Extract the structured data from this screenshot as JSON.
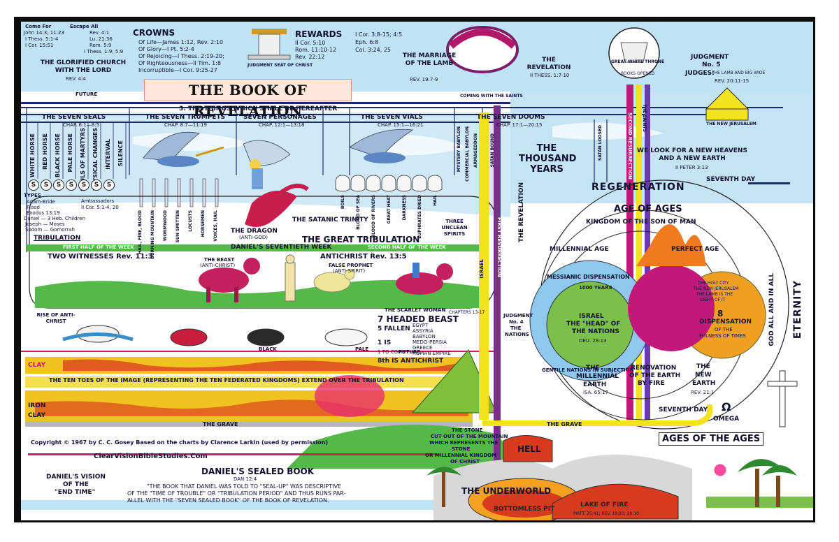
{
  "title": "THE BOOK OF REVELATION",
  "top_left": {
    "come_for": "Come For",
    "escape_all": "Escape All",
    "refs": [
      "John 14:3; 11:23",
      "I Thess. 5:1-4",
      "I Cor. 15:51",
      "Rev. 4:1",
      "Lu. 21:36",
      "Rom. 5:9",
      "I Thess. 1:9; 5:9"
    ],
    "glorified": "THE GLORIFIED CHURCH WITH THE LORD",
    "glorified_ref": "REV. 4:4",
    "future": "FUTURE"
  },
  "crowns": {
    "heading": "CROWNS",
    "items": [
      "Of Life—James 1:12, Rev. 2:10",
      "Of Glory—I Pt. 5:2-4",
      "Of Rejoicing—I Thess. 2:19-20;",
      "Of Righteousness—II Tim. 1:8",
      "Incorruptible—I Cor. 9:25-27"
    ]
  },
  "judgement_seat": "JUDGMENT SEAT OF CHRIST",
  "rewards": {
    "heading": "REWARDS",
    "left": [
      "II Cor. 5:10",
      "Rom. 11:10-12",
      "Rev. 22:12"
    ],
    "right": [
      "I Cor. 3:8-15; 4:5",
      "Eph. 6:8",
      "Col. 3:24, 25"
    ]
  },
  "marriage": {
    "title": "THE MARRIAGE OF THE LAMB",
    "ref": "REV. 19:7-9"
  },
  "coming_with_saints": "COMING WITH THE SAINTS",
  "revelation_corner": {
    "title": "THE REVELATION",
    "ref": "II THESS. 1:7-10"
  },
  "great_white_throne": "GREAT WHITE THRONE",
  "books_opened": "BOOKS OPENED",
  "judgment5": {
    "title": "JUDGMENT",
    "no": "No. 5",
    "judges": "JUDGES:",
    "sub": "THE LAMB AND BIG WIDE",
    "ref": "REV. 20:11-15"
  },
  "new_jerusalem": "THE NEW JERUSALEM",
  "things_hereafter": "3. THE THINGS WHICH SHALL BE HEREAFTER",
  "sections": [
    {
      "label": "THE SEVEN SEALS",
      "ref": "CHAP. 6:1—8:5"
    },
    {
      "label": "THE SEVEN TRUMPETS",
      "ref": "CHAP. 8:7—11:19"
    },
    {
      "label": "SEVEN PERSONAGES",
      "ref": "CHAP. 12:1—13:18"
    },
    {
      "label": "THE SEVEN VIALS",
      "ref": "CHAP. 15:1—16:21"
    },
    {
      "label": "THE SEVEN DOOMS",
      "ref": "CHAP. 17:1—20:15"
    }
  ],
  "seal_labels": [
    "WHITE HORSE",
    "RED HORSE",
    "BLACK HORSE",
    "PALE HORSE",
    "SOULS OF MARTYRS",
    "PHYSICAL CHANGES",
    "INTERVAL",
    "SILENCE"
  ],
  "seal_mark": "S",
  "trumpet_labels": [
    "HAIL, FIRE, BLOOD",
    "BURNING MOUNTAIN",
    "WORMWOOD",
    "SUN SMITTEN",
    "LOCUSTS",
    "HORSEMEN",
    "VOICES, HAIL"
  ],
  "vial_labels": [
    "BOILS",
    "BLOOD OF SEA",
    "BLOOD OF RIVERS",
    "GREAT HEAT",
    "DARKNESS",
    "EUPHRATES DRIED",
    "HAIL"
  ],
  "dooms_labels": [
    "MYSTERY BABYLON",
    "COMMERCIAL BABYLON",
    "ARMAGEDDON"
  ],
  "thousand_years": "THE THOUSAND YEARS",
  "new_heavens": "WE LOOK FOR A NEW HEAVENS AND A NEW EARTH",
  "new_heavens_ref": "II PETER 3:13",
  "seventh_day": "SEVENTH DAY",
  "regeneration": "REGENERATION",
  "ages_of_ages": "AGE OF AGES",
  "kingdom_son": "KINGDOM OF THE SON OF MAN",
  "millennial_age": "MILLENNIAL AGE",
  "perfect_age": "PERFECT AGE",
  "messianic": "MESSIANIC DISPENSATION",
  "thousand_years_small": "1000 YEARS",
  "israel_head": [
    "ISRAEL",
    "THE \"HEAD\" OF",
    "THE NATIONS"
  ],
  "israel_ref": "DEU. 28:13",
  "gentile_nations": "GENTILE NATIONS IN SUBJECTION",
  "millennial_earth": [
    "THE",
    "MILLENNIAL",
    "EARTH"
  ],
  "millennial_ref": "ISA. 65:17",
  "renovation": [
    "RENOVATION",
    "OF THE EARTH",
    "BY FIRE"
  ],
  "new_earth": [
    "THE",
    "NEW",
    "EARTH"
  ],
  "new_earth_ref": "REV. 21:1",
  "dispensation8": [
    "8",
    "DISPENSATION",
    "OF THE",
    "FULNESS OF TIMES"
  ],
  "holy_city": [
    "THE HOLY CITY",
    "THE NEW JERUSALEM",
    "THE LAMB IS THE",
    "LIGHT OF IT"
  ],
  "god_all_in_all": "GOD ALL AND IN ALL",
  "eternity": "ETERNITY",
  "omega": "Ω",
  "omega_word": "OMEGA",
  "ages_of_the_ages": "AGES OF THE AGES",
  "types": {
    "heading": "TYPES",
    "items": [
      "Adam-Bride",
      "Flood",
      "Exodus 13:19",
      "Daniel — 3 Heb. Children",
      "Joseph — Moses",
      "Sodom — Gomorrah"
    ],
    "ambassadors": "Ambassadors",
    "amb_ref": "II Cor. 5:1-4, 20"
  },
  "tribulation": "TRIBULATION",
  "satanic_trinity": "THE SATANIC TRINITY",
  "dragon": "THE DRAGON",
  "dragon_sub": "(ANTI-GOD)",
  "three_spirits": "THREE UNCLEAN SPIRITS",
  "great_tribulation": "THE GREAT TRIBULATION",
  "first_half": "FIRST HALF OF THE WEEK",
  "daniels_week": "DANIEL'S SEVENTIETH WEEK",
  "second_half": "SECOND HALF OF THE WEEK",
  "two_witnesses": "TWO WITNESSES Rev. 11:3",
  "beast": "THE BEAST",
  "beast_sub": "(ANTI-CHRIST)",
  "antichrist": "ANTICHRIST Rev. 13:5",
  "false_prophet": "FALSE PROPHET",
  "false_prophet_sub": "(ANTI-SPIRIT)",
  "rise_antichrist": "RISE OF ANTI-CHRIST",
  "scarlet_woman": "THE SCARLET WOMAN",
  "seven_headed": "7 HEADED BEAST",
  "chap_ref": "CHAPTERS 13-17",
  "five_fallen": "5 FALLEN",
  "empires": [
    "EGYPT",
    "ASSYRIA",
    "BABYLON",
    "MEDO-PERSIA",
    "GREECE",
    "ROMAN EMPIRE"
  ],
  "one_is": "1 IS",
  "one_to_come": "1 TO COME",
  "future_word": "FUTURE",
  "eighth": "8th IS ANTICHRIST",
  "judgment4": [
    "JUDGMENT",
    "No. 4",
    "THE",
    "NATIONS"
  ],
  "the_revelation_v": "THE REVELATION",
  "second_resurrection": "SECOND RESURRECTION",
  "first_resurrection": "FIRST RESURRECTION",
  "israel_v": "ISRAEL",
  "satan_bound": "SATAN BOUND",
  "satan_loosed": "SATAN LOOSED",
  "the_saints": "THE SAINTS",
  "clay": "CLAY",
  "iron": "IRON",
  "ten_toes": "THE TEN TOES OF THE IMAGE (REPRESENTING THE TEN FEDERATED KINGDOMS) EXTEND OVER THE TRIBULATION",
  "the_grave": "THE GRAVE",
  "the_grave2": "THE GRAVE",
  "stone": [
    "THE STONE",
    "CUT OUT OF THE MOUNTAIN",
    "WHICH REPRESENTS THE",
    "STONE",
    "OR MILLENNIAL KINGDOM",
    "OF CHRIST"
  ],
  "copyright": "Copyright © 1967 by C. C. Gosey   Based on the charts by Clarence Larkin (used by permission)",
  "website": "ClearVisionBibleStudies.Com",
  "sealed_book": "DANIEL'S SEALED BOOK",
  "sealed_ref": "DAN 12:4",
  "daniels_vision": [
    "DANIEL'S VISION",
    "OF THE",
    "\"END TIME\""
  ],
  "sealed_text": [
    "\"THE BOOK THAT DANIEL WAS TOLD TO \"SEAL-UP\" WAS DESCRIPTIVE",
    "OF THE \"TIME OF TROUBLE\" OR \"TRIBULATION PERIOD\" AND THUS RUNS PAR-",
    "ALLEL WITH THE \"SEVEN SEALED BOOK\" OF THE BOOK OF REVELATION."
  ],
  "hell": "HELL",
  "underworld": "THE UNDERWORLD",
  "bottomless_pit": "BOTTOMLESS PIT",
  "lake_fire": "LAKE OF FIRE",
  "lake_ref": "MATT. 25:41; REV. 19:20; 20:10",
  "black_word": "BLACK",
  "pale_word": "PALE",
  "colors": {
    "sky": "#bfe3f5",
    "yellow": "#f4e21e",
    "green": "#54b948",
    "red": "#e0206a",
    "orange": "#f0a020",
    "purple": "#7a2e8a",
    "magenta": "#c2187a"
  }
}
